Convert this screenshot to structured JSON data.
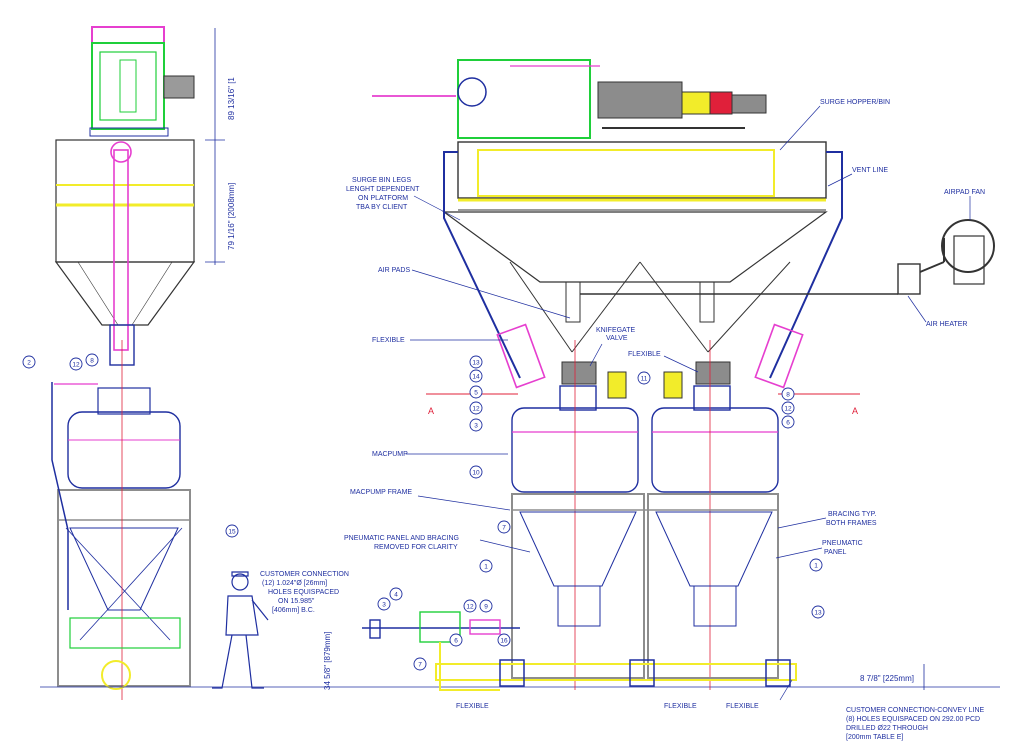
{
  "dimensions": {
    "top_unit": "89 13/16\" [1",
    "mid_unit": "79 1/16\" [2008mm]",
    "base_left": "34 5/8\" [879mm]",
    "base_right": "8 7/8\" [225mm]"
  },
  "labels": {
    "surge_hopper": "SURGE HOPPER/BIN",
    "vent_line": "VENT LINE",
    "surge_legs_1": "SURGE BIN LEGS",
    "surge_legs_2": "LENGHT DEPENDENT",
    "surge_legs_3": "ON PLATFORM",
    "surge_legs_4": "TBA BY CLIENT",
    "airpad_fan": "AIRPAD FAN",
    "air_pads": "AIR PADS",
    "air_heater": "AIR HEATER",
    "flexible_left": "FLEXIBLE",
    "knifegate_1": "KNIFEGATE",
    "knifegate_2": "VALVE",
    "flexible_mid": "FLEXIBLE",
    "section_left": "A",
    "section_right": "A",
    "macpump": "MACPUMP",
    "macpump_frame": "MACPUMP FRAME",
    "bracing_1": "BRACING TYP.",
    "bracing_2": "BOTH FRAMES",
    "pneu_panel_1": "PNEUMATIC PANEL AND BRACING",
    "pneu_panel_2": "REMOVED FOR CLARITY",
    "pneumatic_1": "PNEUMATIC",
    "pneumatic_2": "PANEL",
    "cust_conn_1": "CUSTOMER CONNECTION",
    "cust_conn_2": "(12) 1.024\"Ø [26mm]",
    "cust_conn_3": "HOLES EQUISPACED",
    "cust_conn_4": "ON 15.985\"",
    "cust_conn_5": "[406mm] B.C.",
    "flex_b1": "FLEXIBLE",
    "flex_b2": "FLEXIBLE",
    "flex_b3": "FLEXIBLE",
    "convey_1": "CUSTOMER CONNECTION-CONVEY LINE",
    "convey_2": "(8) HOLES EQUISPACED ON 292.00 PCD",
    "convey_3": "DRILLED Ø22 THROUGH",
    "convey_4": "[200mm TABLE E]"
  },
  "balloons": {
    "b2": "2",
    "b12": "12",
    "b8": "8",
    "b15": "15",
    "b13a": "13",
    "b14a": "14",
    "b5a": "5",
    "b12b": "12",
    "b3a": "3",
    "b10a": "10",
    "b11a": "11",
    "b8b": "8",
    "b12c": "12",
    "b6a": "6",
    "b7a": "7",
    "b1a": "1",
    "b1b": "1",
    "b13b": "13",
    "b4": "4",
    "b3b": "3",
    "b12d": "12",
    "b9": "9",
    "b6b": "6",
    "b7b": "7",
    "b16": "16"
  },
  "colors": {
    "line": "#1f2fa0",
    "pipe": "#e63fcf",
    "structure": "#f2ec2a",
    "green": "#1fcf3a",
    "center": "#e0203a",
    "equipment": "#5b6a7a",
    "grey": "#8d8d8d"
  }
}
